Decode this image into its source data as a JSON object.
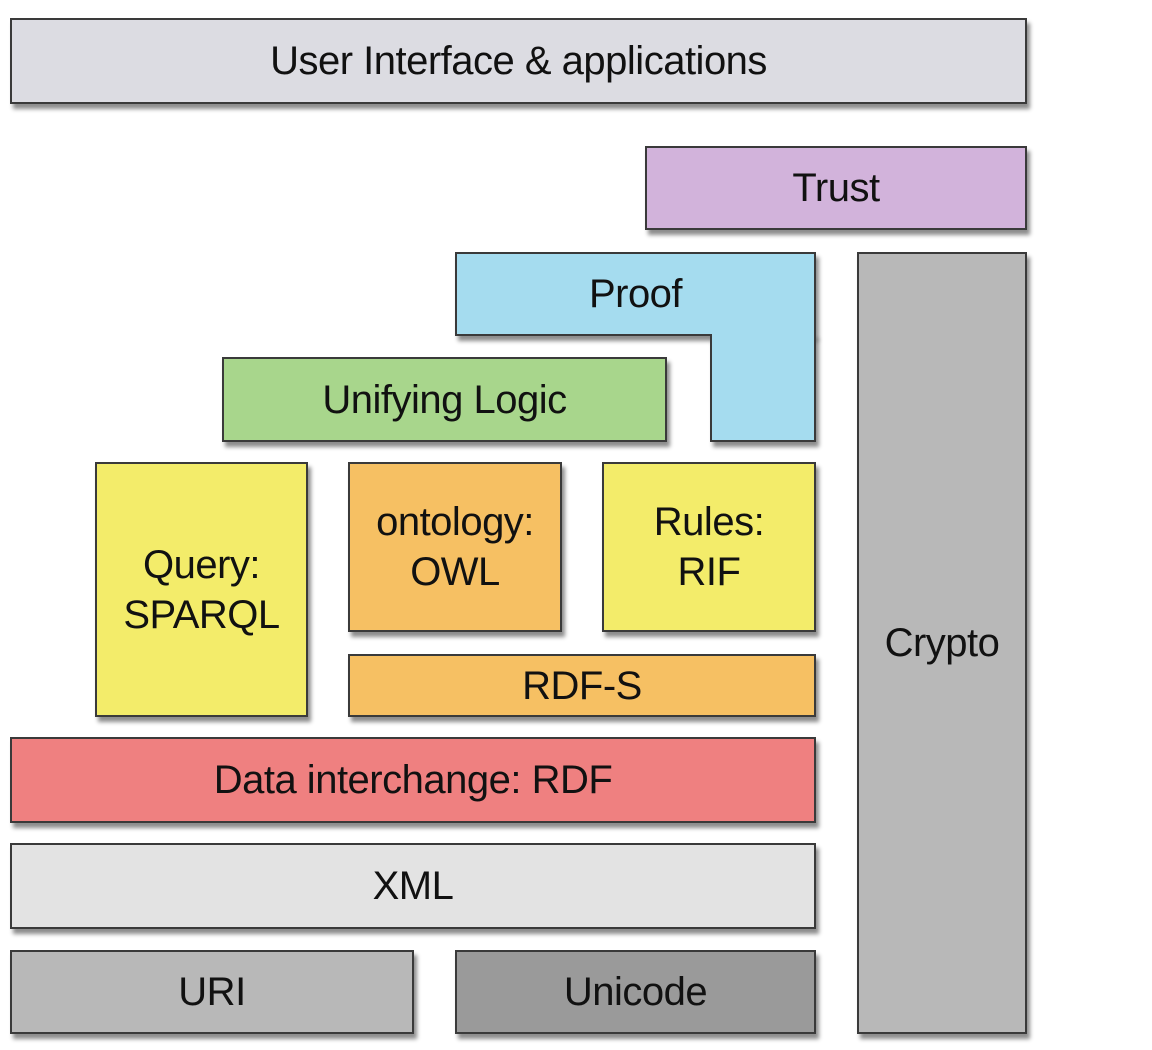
{
  "diagram": {
    "layers": {
      "ui": {
        "label": "User Interface & applications",
        "color": "#dcdce2"
      },
      "trust": {
        "label": "Trust",
        "color": "#d2b3db"
      },
      "proof": {
        "label": "Proof",
        "color": "#a5dcef"
      },
      "unifying_logic": {
        "label": "Unifying Logic",
        "color": "#a8d68c"
      },
      "query": {
        "line1": "Query:",
        "line2": "SPARQL",
        "color": "#f3ec6a"
      },
      "ontology": {
        "line1": "ontology:",
        "line2": "OWL",
        "color": "#f6c063"
      },
      "rules": {
        "line1": "Rules:",
        "line2": "RIF",
        "color": "#f3ec6a"
      },
      "rdfs": {
        "label": "RDF-S",
        "color": "#f6c063"
      },
      "rdf": {
        "label": "Data interchange: RDF",
        "color": "#ef8080"
      },
      "xml": {
        "label": "XML",
        "color": "#e3e3e3"
      },
      "uri": {
        "label": "URI",
        "color": "#b8b8b8"
      },
      "unicode": {
        "label": "Unicode",
        "color": "#9a9a9a"
      },
      "crypto": {
        "label": "Crypto",
        "color": "#b8b8b8"
      }
    }
  }
}
